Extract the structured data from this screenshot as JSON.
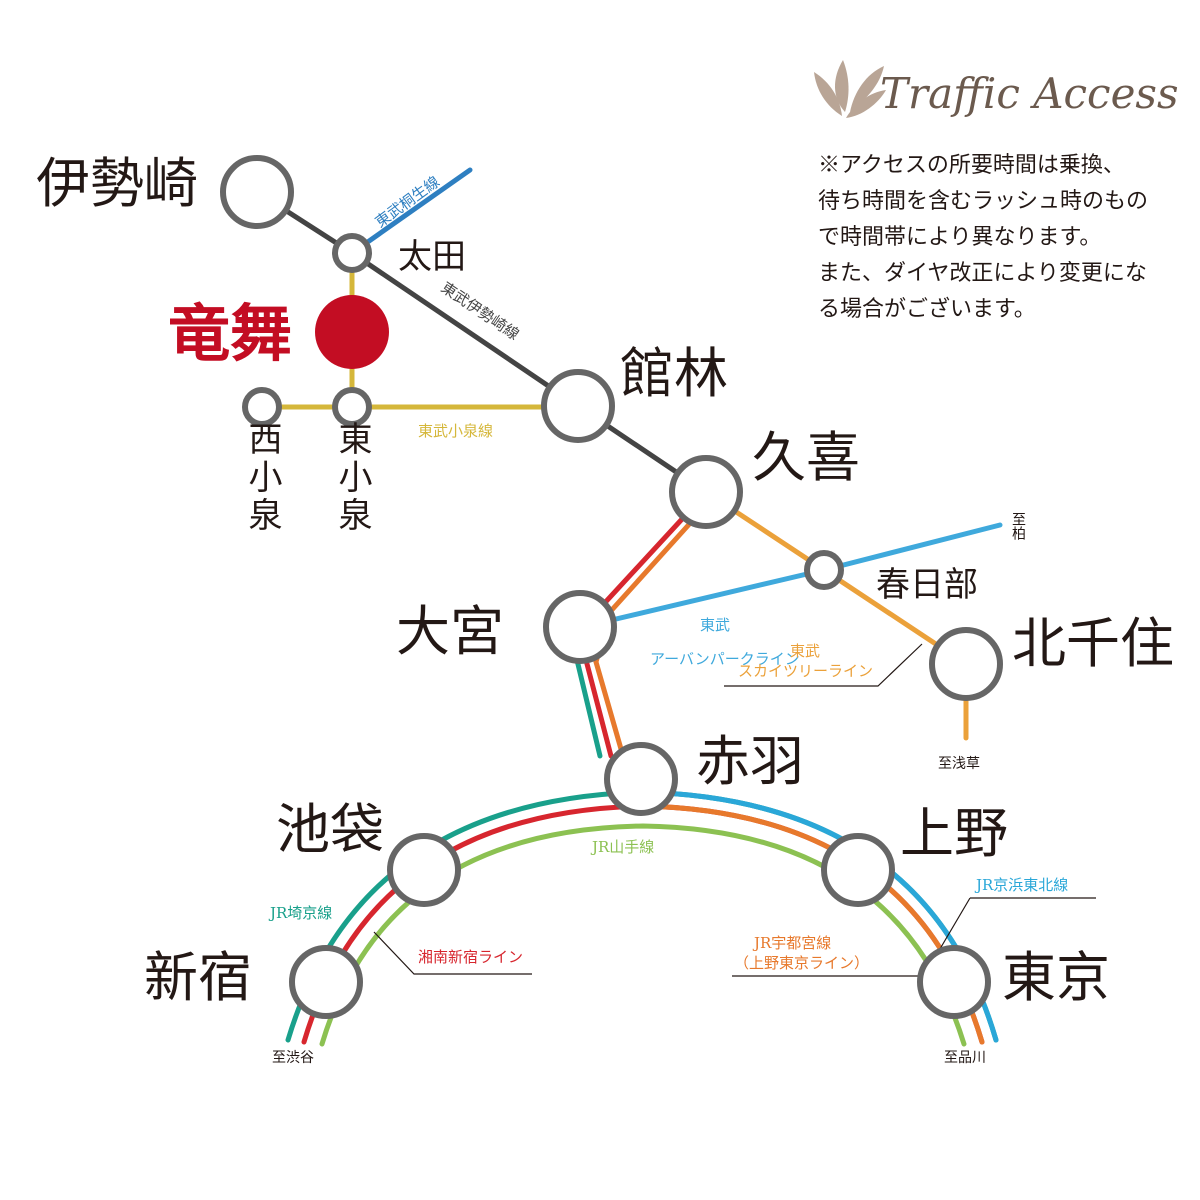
{
  "header": {
    "title": "Traffic Access",
    "note_lines": [
      "※アクセスの所要時間は乗換、",
      "待ち時間を含むラッシュ時のもの",
      "で時間帯により異なります。",
      "また、ダイヤ改正により変更にな",
      "る場合がございます。"
    ]
  },
  "stations": {
    "isesaki": "伊勢崎",
    "ota": "太田",
    "ryumai": "竜舞",
    "nishi_koizumi": "西小泉",
    "higashi_koizumi": "東小泉",
    "tatebayashi": "館林",
    "kuki": "久喜",
    "kasukabe": "春日部",
    "kitasenju": "北千住",
    "omiya": "大宮",
    "akabane": "赤羽",
    "ikebukuro": "池袋",
    "ueno": "上野",
    "shinjuku": "新宿",
    "tokyo": "東京"
  },
  "lines": {
    "tobu_kiryu": "東武桐生線",
    "tobu_isesaki": "東武伊勢崎線",
    "tobu_koizumi": "東武小泉線",
    "tobu_urban_1": "東武",
    "tobu_urban_2": "アーバンパークライン",
    "tobu_skytree_1": "東武",
    "tobu_skytree_2": "スカイツリーライン",
    "jr_yamanote": "JR山手線",
    "jr_saikyo": "JR埼京線",
    "shonan_shinjuku": "湘南新宿ライン",
    "jr_utsunomiya_1": "JR宇都宮線",
    "jr_utsunomiya_2": "（上野東京ライン）",
    "jr_keihin_tohoku": "JR京浜東北線"
  },
  "destinations": {
    "kashiwa": "至柏",
    "asakusa": "至浅草",
    "shibuya": "至渋谷",
    "shinagawa": "至品川"
  },
  "colors": {
    "tobu_isesaki": "#444444",
    "tobu_kiryu": "#2e7fc1",
    "tobu_koizumi": "#d5b73a",
    "tobu_urban": "#3fa9dc",
    "tobu_skytree": "#eba13a",
    "jr_saikyo": "#19a08b",
    "shonan_shinjuku": "#d7262e",
    "jr_utsunomiya": "#e7792c",
    "jr_yamanote": "#8cc152",
    "jr_keihin_tohoku": "#2aa7d8",
    "ryumai_station": "#c30d23",
    "title": "#6b5a4e"
  }
}
